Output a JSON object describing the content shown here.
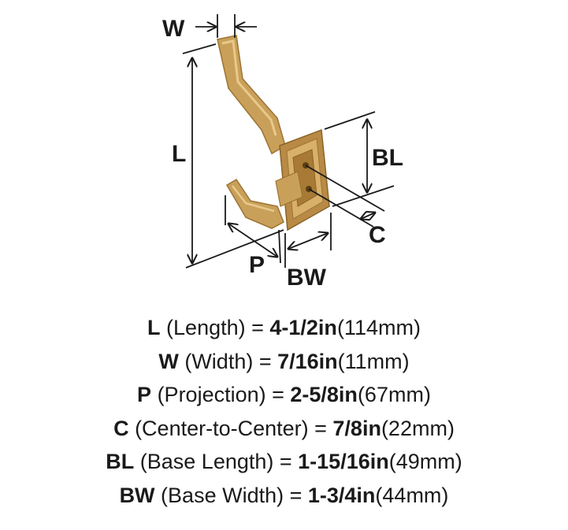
{
  "diagram": {
    "labels": {
      "width": "W",
      "length": "L",
      "base_length": "BL",
      "center": "C",
      "projection": "P",
      "base_width": "BW"
    },
    "colors": {
      "finish": "#c9a05a",
      "finish_dark": "#9c7433",
      "finish_light": "#e8c98a",
      "line": "#1a1a1a"
    }
  },
  "specs": [
    {
      "abbr": "L",
      "desc": " (Length) = ",
      "imperial": "4-1/2in",
      "metric": "(114mm)"
    },
    {
      "abbr": "W",
      "desc": " (Width) = ",
      "imperial": "7/16in",
      "metric": "(11mm)"
    },
    {
      "abbr": "P",
      "desc": " (Projection) = ",
      "imperial": "2-5/8in",
      "metric": "(67mm)"
    },
    {
      "abbr": "C",
      "desc": " (Center-to-Center) = ",
      "imperial": "7/8in",
      "metric": "(22mm)"
    },
    {
      "abbr": "BL",
      "desc": " (Base Length) = ",
      "imperial": "1-15/16in",
      "metric": "(49mm)"
    },
    {
      "abbr": "BW",
      "desc": " (Base Width) = ",
      "imperial": "1-3/4in",
      "metric": "(44mm)"
    }
  ]
}
